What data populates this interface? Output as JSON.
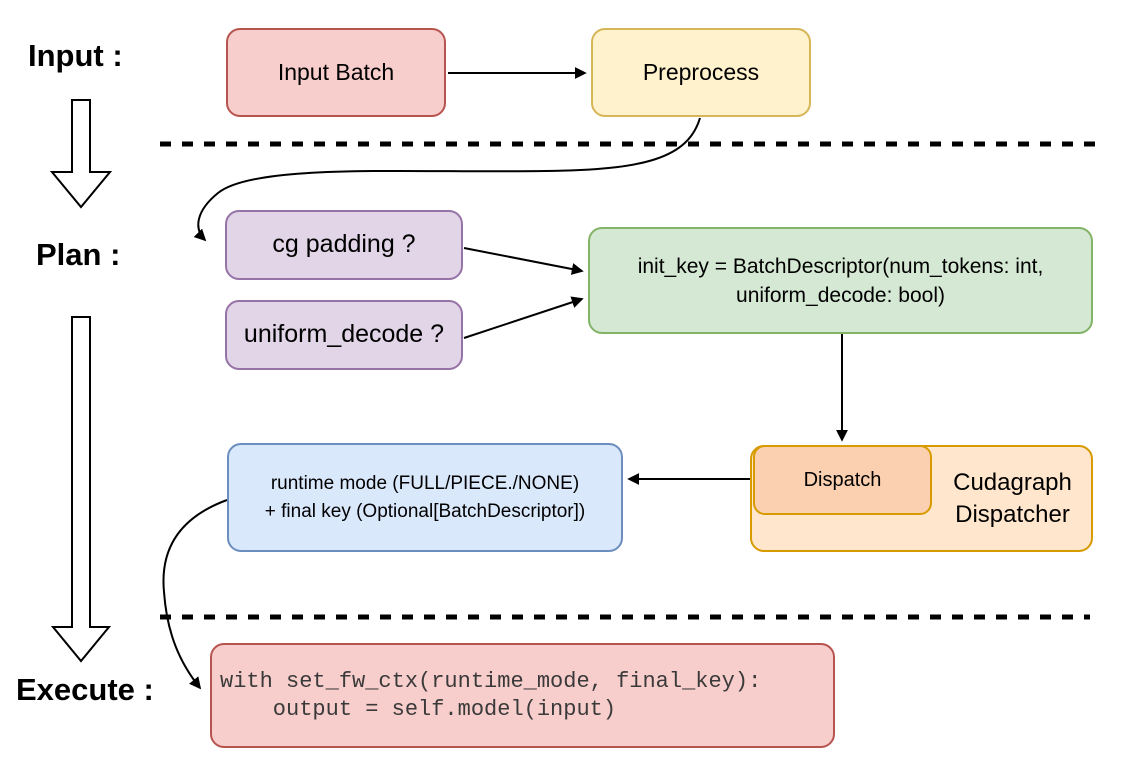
{
  "stage_labels": {
    "input": "Input :",
    "plan": "Plan :",
    "execute": "Execute :"
  },
  "nodes": {
    "input_batch": {
      "label": "Input Batch",
      "fill": "#f8cecc",
      "stroke": "#b85450"
    },
    "preprocess": {
      "label": "Preprocess",
      "fill": "#fff2cc",
      "stroke": "#d6b656"
    },
    "cg_padding": {
      "label": "cg padding ?",
      "fill": "#e1d5e7",
      "stroke": "#9673a6"
    },
    "uniform_decode": {
      "label": "uniform_decode ?",
      "fill": "#e1d5e7",
      "stroke": "#9673a6"
    },
    "init_key": {
      "line1": "init_key = BatchDescriptor(num_tokens: int,",
      "line2": "uniform_decode: bool)",
      "fill": "#d5e8d4",
      "stroke": "#82b366"
    },
    "dispatch": {
      "label": "Dispatch",
      "fill": "#fbd0b0",
      "stroke": "#d79b00"
    },
    "cudagraph_dispatcher": {
      "label": "Cudagraph Dispatcher",
      "fill": "#ffe6cc",
      "stroke": "#d79b00"
    },
    "runtime_result": {
      "line1": "runtime mode (FULL/PIECE./NONE)",
      "line2": "+ final key (Optional[BatchDescriptor])",
      "fill": "#dae8fc",
      "stroke": "#6c8ebf"
    },
    "execute_code": {
      "line1": "with set_fw_ctx(runtime_mode, final_key):",
      "line2": "    output = self.model(input)",
      "fill": "#f8cecc",
      "stroke": "#b85450"
    }
  },
  "connector_color": "#000000"
}
